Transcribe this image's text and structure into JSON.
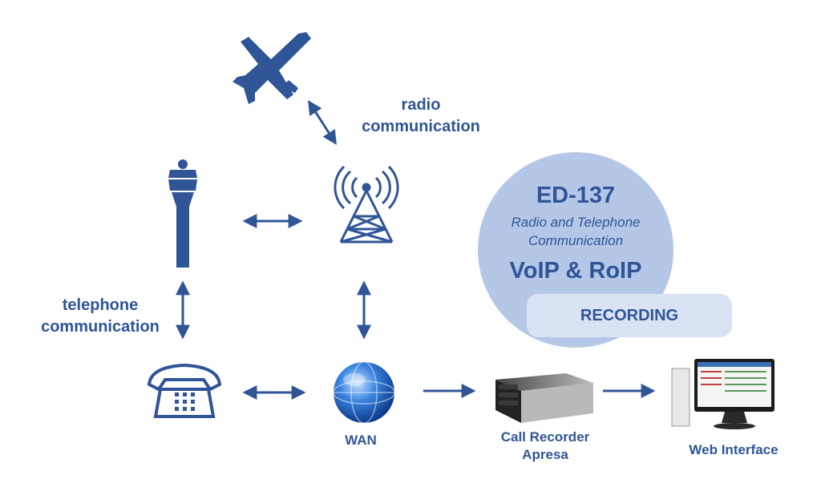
{
  "labels": {
    "radio_line1": "radio",
    "radio_line2": "communication",
    "telephone_line1": "telephone",
    "telephone_line2": "communication",
    "wan": "WAN",
    "recorder_line1": "Call Recorder",
    "recorder_line2": "Apresa",
    "web": "Web Interface"
  },
  "circle": {
    "title": "ED-137",
    "subtitle_line1": "Radio and Telephone",
    "subtitle_line2": "Communication",
    "voip": "VoIP & RoIP"
  },
  "recording_box": {
    "label": "RECORDING"
  },
  "colors": {
    "primary": "#2f5597",
    "circle_fill": "#b4c7e7",
    "box_fill": "#dae3f3",
    "globe_blue": "#1f5fbf"
  },
  "icons": [
    "airplane-icon",
    "control-tower-icon",
    "radio-tower-icon",
    "telephone-icon",
    "globe-icon",
    "server-icon",
    "computer-icon"
  ]
}
